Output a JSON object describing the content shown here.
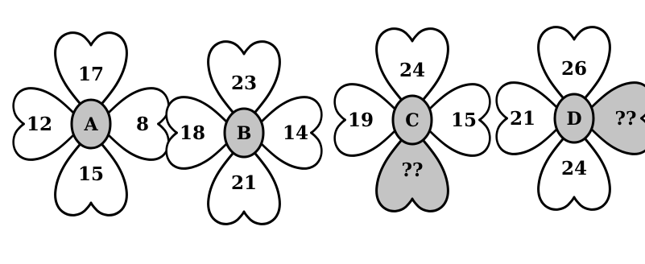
{
  "flowers": [
    {
      "label": "A",
      "petals": {
        "top": "17",
        "left": "12",
        "right": "8",
        "bottom": "15"
      },
      "shaded": []
    },
    {
      "label": "B",
      "petals": {
        "top": "23",
        "left": "18",
        "right": "14",
        "bottom": "21"
      },
      "shaded": []
    },
    {
      "label": "C",
      "petals": {
        "top": "24",
        "left": "19",
        "right": "15",
        "bottom": "??"
      },
      "shaded": [
        "bottom"
      ]
    },
    {
      "label": "D",
      "petals": {
        "top": "26",
        "left": "21",
        "right": "??",
        "bottom": "24"
      },
      "shaded": [
        "right"
      ]
    }
  ],
  "colors": {
    "center_fill": "#c4c4c4",
    "shaded_petal_fill": "#c4c4c4",
    "outline": "#000000",
    "background": "#ffffff"
  }
}
